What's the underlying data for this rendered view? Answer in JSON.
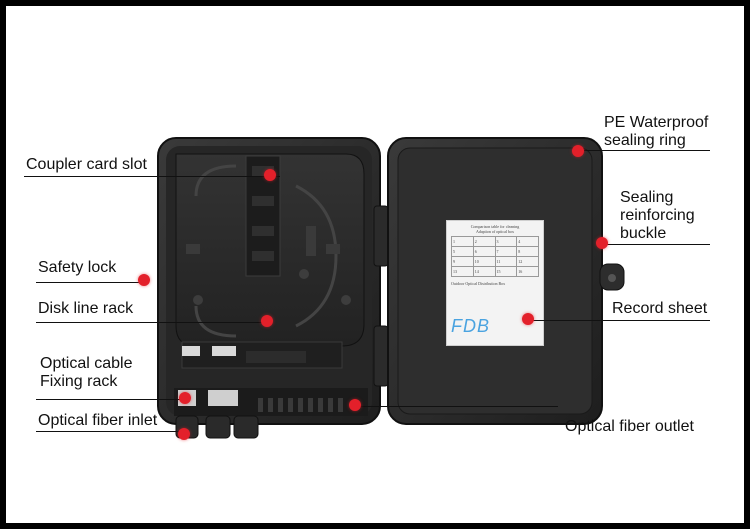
{
  "labels": {
    "coupler": "Coupler card slot",
    "safety_lock": "Safety lock",
    "disk_line": "Disk line rack",
    "cable_fix_line1": "Optical cable",
    "cable_fix_line2": "Fixing rack",
    "fiber_inlet": "Optical fiber inlet",
    "pe_line1": "PE Waterproof",
    "pe_line2": "sealing ring",
    "buckle_line1": "Sealing",
    "buckle_line2": "reinforcing",
    "buckle_line3": "buckle",
    "record_sheet": "Record sheet",
    "fiber_outlet": "Optical fiber outlet"
  },
  "record_card": {
    "title1": "Comparison table for cleaning",
    "title2": "Adaption of optical box",
    "grid": [
      [
        "1",
        "2",
        "3",
        "4"
      ],
      [
        "5",
        "6",
        "7",
        "8"
      ],
      [
        "9",
        "10",
        "11",
        "12"
      ],
      [
        "13",
        "14",
        "15",
        "16"
      ]
    ],
    "subtitle": "Outdoor Optical Distribution Box",
    "logo": "FDB"
  },
  "colors": {
    "marker": "#e3202a",
    "box_body": "#2b2b2b",
    "logo": "#4aa3e0"
  }
}
